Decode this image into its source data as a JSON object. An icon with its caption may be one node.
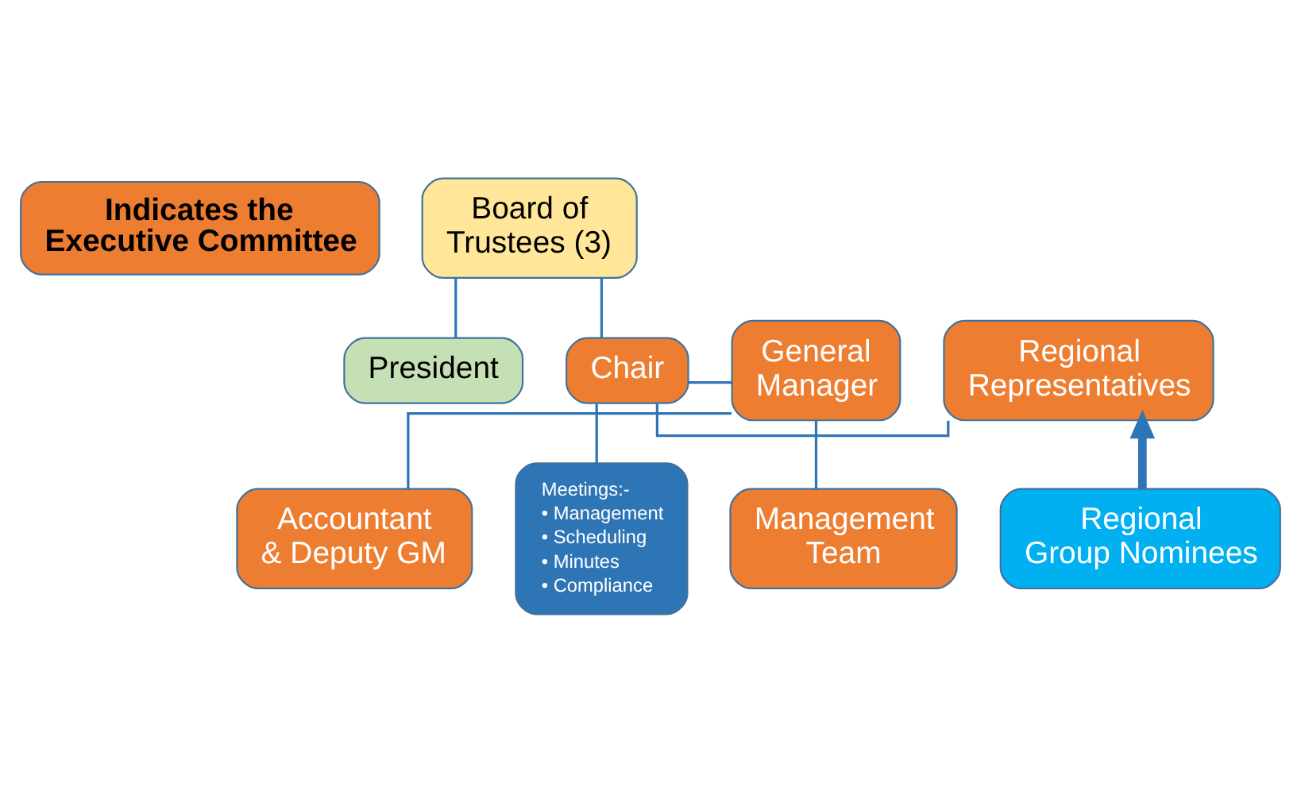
{
  "diagram": {
    "nodes": [
      {
        "text": [
          "Indicates the Executive Committee"
        ]
      },
      {
        "text": [
          "Board of Trustees (3)"
        ]
      },
      {
        "text": [
          "President"
        ]
      },
      {
        "text": [
          "General Manager"
        ]
      },
      {
        "text": [
          "Chair"
        ]
      },
      {
        "text": [
          "Regional Representatives"
        ]
      },
      {
        "text": [
          "Accountant & Deputy GM"
        ]
      },
      {
        "text": [
          "Meetings:-",
          "• Management",
          "• Scheduling",
          "• Minutes",
          "• Compliance"
        ]
      },
      {
        "text": [
          "Management Team"
        ]
      },
      {
        "text": [
          "Regional Group Nominees"
        ]
      }
    ],
    "edges": [
      {
        "from": 1,
        "to": 4,
        "arrow": "none"
      },
      {
        "from": 1,
        "to": 2,
        "arrow": "none"
      },
      {
        "from": 4,
        "to": 3,
        "arrow": "none"
      },
      {
        "from": 4,
        "to": 5,
        "arrow": "none"
      },
      {
        "from": 4,
        "to": 7,
        "arrow": "none"
      },
      {
        "from": 3,
        "to": 6,
        "arrow": "none"
      },
      {
        "from": 3,
        "to": 8,
        "arrow": "none"
      },
      {
        "from": 9,
        "to": 5,
        "arrow": "to",
        "style": "thick"
      }
    ]
  }
}
